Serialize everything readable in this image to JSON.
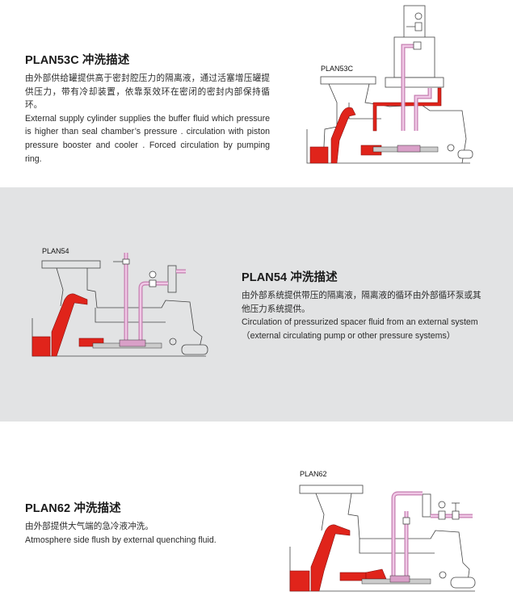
{
  "sections": [
    {
      "plan": "PLAN53C",
      "title": "PLAN53C 冲洗描述",
      "zh_desc": "由外部供给罐提供高于密封腔压力的隔离液，通过活塞增压罐提供压力，带有冷却装置，依靠泵效环在密闭的密封内部保持循环。",
      "en_desc": "External supply cylinder supplies the buffer fluid which  pressure is higher than seal chamber’s  pressure . circulation with piston pressure booster and cooler . Forced circulation by pumping ring.",
      "diagram_label": "PLAN53C"
    },
    {
      "plan": "PLAN54",
      "title": "PLAN54 冲洗描述",
      "zh_desc": "由外部系统提供带压的隔离液，隔离液的循环由外部循环泵或其他压力系统提供。",
      "en_desc": "Circulation of pressurized spacer fluid from an  external  system （external circulating pump or other pressure systems）",
      "diagram_label": "PLAN54"
    },
    {
      "plan": "PLAN62",
      "title": "PLAN62 冲洗描述",
      "zh_desc": "由外部提供大气端的急冷液冲洗。",
      "en_desc": "Atmosphere side flush by external  quenching fluid.",
      "diagram_label": "PLAN62"
    }
  ],
  "colors": {
    "band_gray": "#e2e3e4",
    "fluid_red": "#e0241b",
    "pipe_pink": "#d9a0c8"
  }
}
